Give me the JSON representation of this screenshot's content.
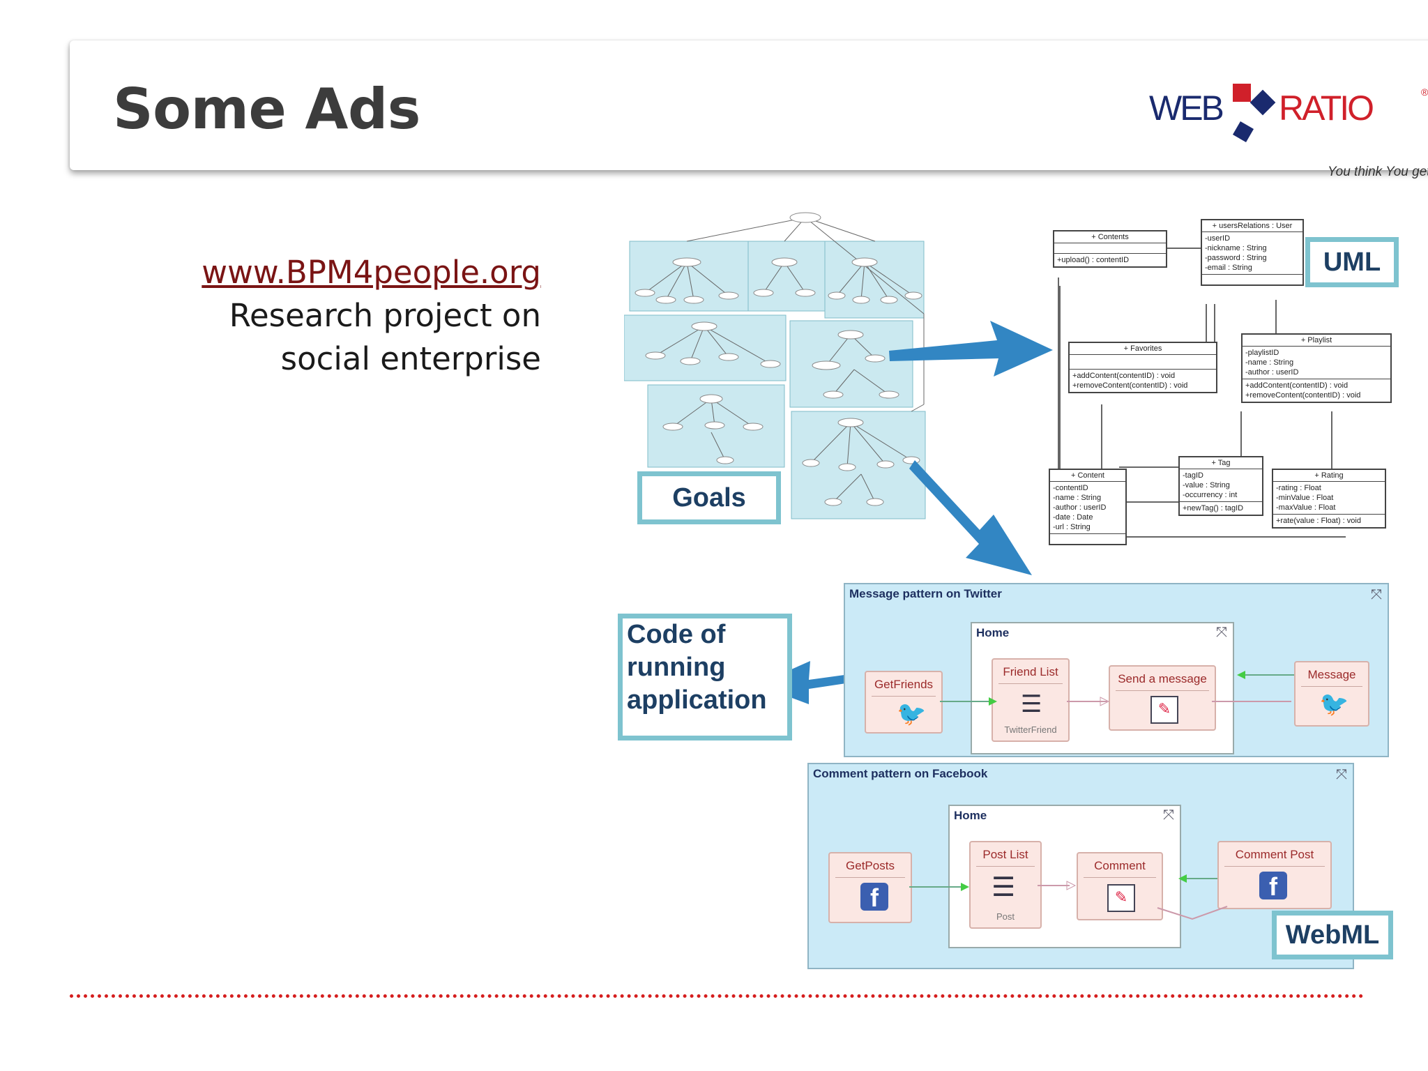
{
  "slide": {
    "title": "Some Ads",
    "logo": {
      "left": "WEB",
      "right": "RATIO",
      "reg": "®",
      "tagline": "You think You get"
    },
    "link_text": "www.BPM4people.org",
    "desc_line1": "Research project on",
    "desc_line2": "social enterprise"
  },
  "diagram": {
    "goals_label": "Goals",
    "uml_label": "UML",
    "code_label_1": "Code of",
    "code_label_2": "running",
    "code_label_3": "application",
    "webml_label": "WebML",
    "twitter_frame": {
      "title": "Message pattern on Twitter",
      "home": "Home",
      "units": {
        "get_friends": "GetFriends",
        "friend_list": "Friend List",
        "friend_list_sub": "TwitterFriend",
        "send_message": "Send a message",
        "message": "Message"
      }
    },
    "facebook_frame": {
      "title": "Comment pattern on Facebook",
      "home": "Home",
      "units": {
        "get_posts": "GetPosts",
        "post_list": "Post List",
        "post_list_sub": "Post",
        "comment": "Comment",
        "comment_post": "Comment Post"
      }
    },
    "uml_classes": {
      "contents": {
        "name": "+ Contents",
        "ops": "+upload() : contentID"
      },
      "users": {
        "name": "+ usersRelations : User",
        "attrs": [
          "-userID",
          "-nickname : String",
          "-password : String",
          "-email : String"
        ]
      },
      "favorites": {
        "name": "+ Favorites",
        "ops": [
          "+addContent(contentID) : void",
          "+removeContent(contentID) : void"
        ]
      },
      "playlist": {
        "name": "+ Playlist",
        "attrs": [
          "-playlistID",
          "-name : String",
          "-author : userID"
        ],
        "ops": [
          "+addContent(contentID) : void",
          "+removeContent(contentID) : void"
        ]
      },
      "content": {
        "name": "+ Content",
        "attrs": [
          "-contentID",
          "-name : String",
          "-author : userID",
          "-date : Date",
          "-url : String"
        ]
      },
      "tag": {
        "name": "+ Tag",
        "attrs": [
          "-tagID",
          "-value : String",
          "-occurrency : int"
        ],
        "ops": "+newTag() : tagID"
      },
      "rating": {
        "name": "+ Rating",
        "attrs": [
          "-rating : Float",
          "-minValue : Float",
          "-maxValue : Float"
        ],
        "ops": "+rate(value : Float) : void"
      }
    }
  }
}
